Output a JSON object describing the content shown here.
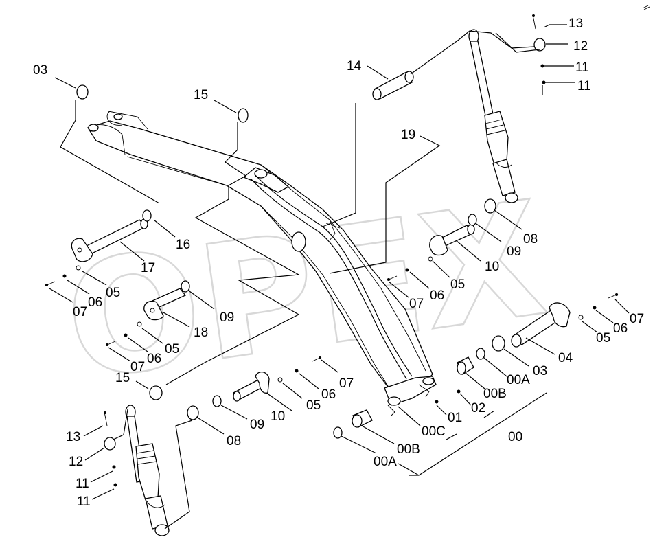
{
  "watermark": "OPEX",
  "callouts": {
    "c03a": "03",
    "c15a": "15",
    "c14": "14",
    "c13a": "13",
    "c12a": "12",
    "c11a": "11",
    "c11b": "11",
    "c19": "19",
    "c16": "16",
    "c17": "17",
    "c05a": "05",
    "c06a": "06",
    "c07a": "07",
    "c09a": "09",
    "c18": "18",
    "c05b": "05",
    "c06b": "06",
    "c07b": "07",
    "c08a": "08",
    "c09b": "09",
    "c10a": "10",
    "c05c": "05",
    "c06c": "06",
    "c07c": "07",
    "c04": "04",
    "c07d": "07",
    "c06d": "06",
    "c05d": "05",
    "c03b": "03",
    "c00A1": "00A",
    "c00B1": "00B",
    "c02": "02",
    "c01": "01",
    "c00C": "00C",
    "c00": "00",
    "c00B2": "00B",
    "c00A2": "00A",
    "c15b": "15",
    "c07e": "07",
    "c06e": "06",
    "c05e": "05",
    "c10b": "10",
    "c09c": "09",
    "c08b": "08",
    "c13b": "13",
    "c12b": "12",
    "c11c": "11",
    "c11d": "11"
  }
}
